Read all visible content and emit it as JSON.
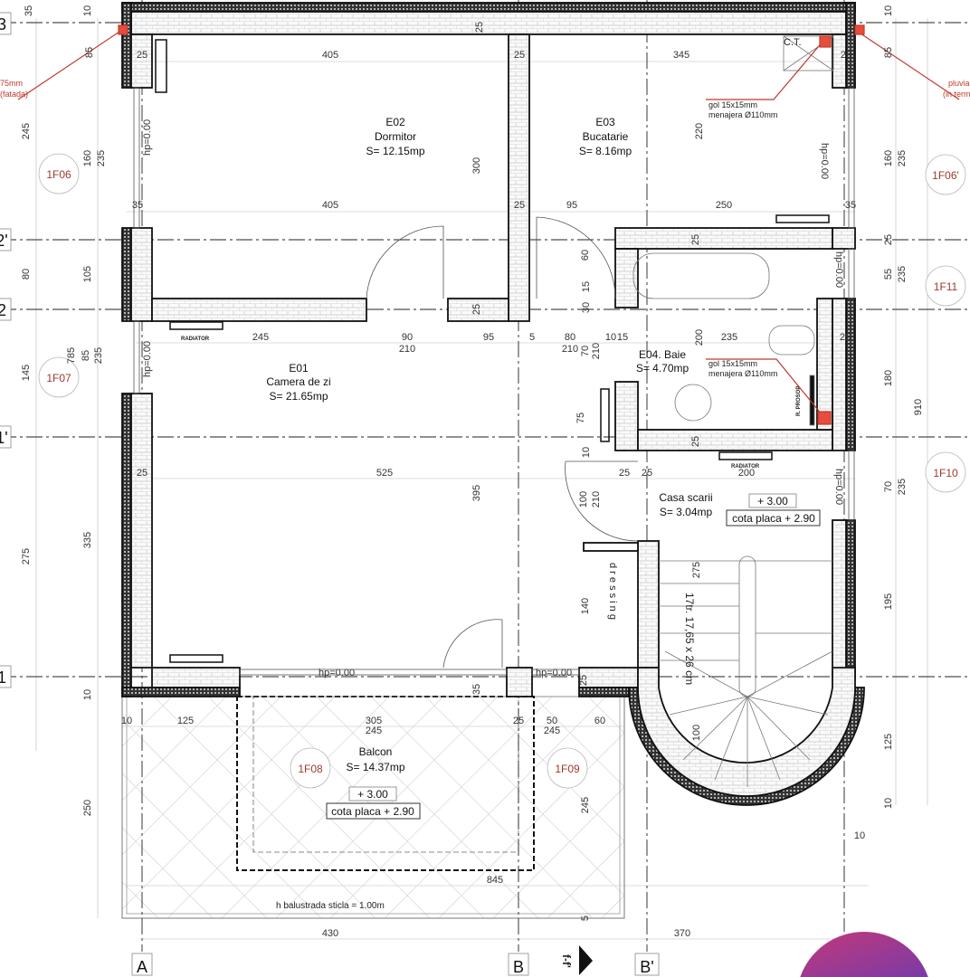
{
  "colors": {
    "wall_outline": "#111111",
    "annotation_red": "#c0392b",
    "tag_text": "#9b3a2a",
    "badge": "#9a3a92"
  },
  "rooms": [
    {
      "code": "E02",
      "name": "Dormitor",
      "area": "S= 12.15mp"
    },
    {
      "code": "E03",
      "name": "Bucatarie",
      "area": "S= 8.16mp"
    },
    {
      "code": "E01",
      "name": "Camera de zi",
      "area": "S= 21.65mp"
    },
    {
      "code": "E04. Baie",
      "area": "S= 4.70mp"
    },
    {
      "code": "Casa scarii",
      "area": "S= 3.04mp"
    },
    {
      "code": "Balcon",
      "area": "S= 14.37mp"
    }
  ],
  "window_tags": [
    "1F06",
    "1F06'",
    "1F11",
    "1F07",
    "1F10",
    "1F08",
    "1F09"
  ],
  "grid_axes": {
    "bottom": [
      "A",
      "B",
      "B'"
    ],
    "left": [
      "3",
      "2'",
      "2",
      "1'",
      "1"
    ]
  },
  "section_marker": "f-f'",
  "levels": {
    "stair_level": "+ 3.00",
    "stair_slab": "cota placa + 2.90",
    "balcony_level": "+ 3.00",
    "balcony_slab": "cota placa + 2.90"
  },
  "notes": {
    "ct": "C.T.",
    "pipe1_a": "gol 15x15mm",
    "pipe1_b": "menajera Ø110mm",
    "pipe2_a": "gol 15x15mm",
    "pipe2_b": "menajera Ø110mm",
    "left_a": "75mm",
    "left_b": "(fatada)",
    "right_a": "pluvia",
    "right_b": "(in term",
    "radiator": "RADIATOR",
    "towel": "R. PROSOP",
    "dressing": "d r e s s i n g",
    "stairs": "17tr. 17,65 x 26 cm",
    "balustrade": "h balustrada sticla = 1.00m",
    "hp": "hp=0.00"
  },
  "dims": [
    "35",
    "10",
    "25",
    "10",
    "85",
    "25",
    "405",
    "25",
    "345",
    "25",
    "85",
    "245",
    "160",
    "235",
    "300",
    "220",
    "160",
    "235",
    "35",
    "405",
    "25",
    "95",
    "250",
    "35",
    "80",
    "105",
    "25",
    "25",
    "60",
    "15",
    "30",
    "25",
    "55",
    "235",
    "245",
    "90",
    "210",
    "95",
    "5",
    "80",
    "210",
    "70",
    "210",
    "10",
    "15",
    "200",
    "235",
    "25",
    "785",
    "85",
    "235",
    "145",
    "180",
    "910",
    "75",
    "10",
    "25",
    "25",
    "525",
    "395",
    "25",
    "25",
    "200",
    "70",
    "235",
    "100",
    "210",
    "275",
    "335",
    "275",
    "140",
    "195",
    "35",
    "25",
    "10",
    "10",
    "125",
    "305",
    "245",
    "25",
    "50",
    "245",
    "60",
    "100",
    "125",
    "10",
    "250",
    "245",
    "10",
    "845",
    "5",
    "430",
    "370"
  ]
}
